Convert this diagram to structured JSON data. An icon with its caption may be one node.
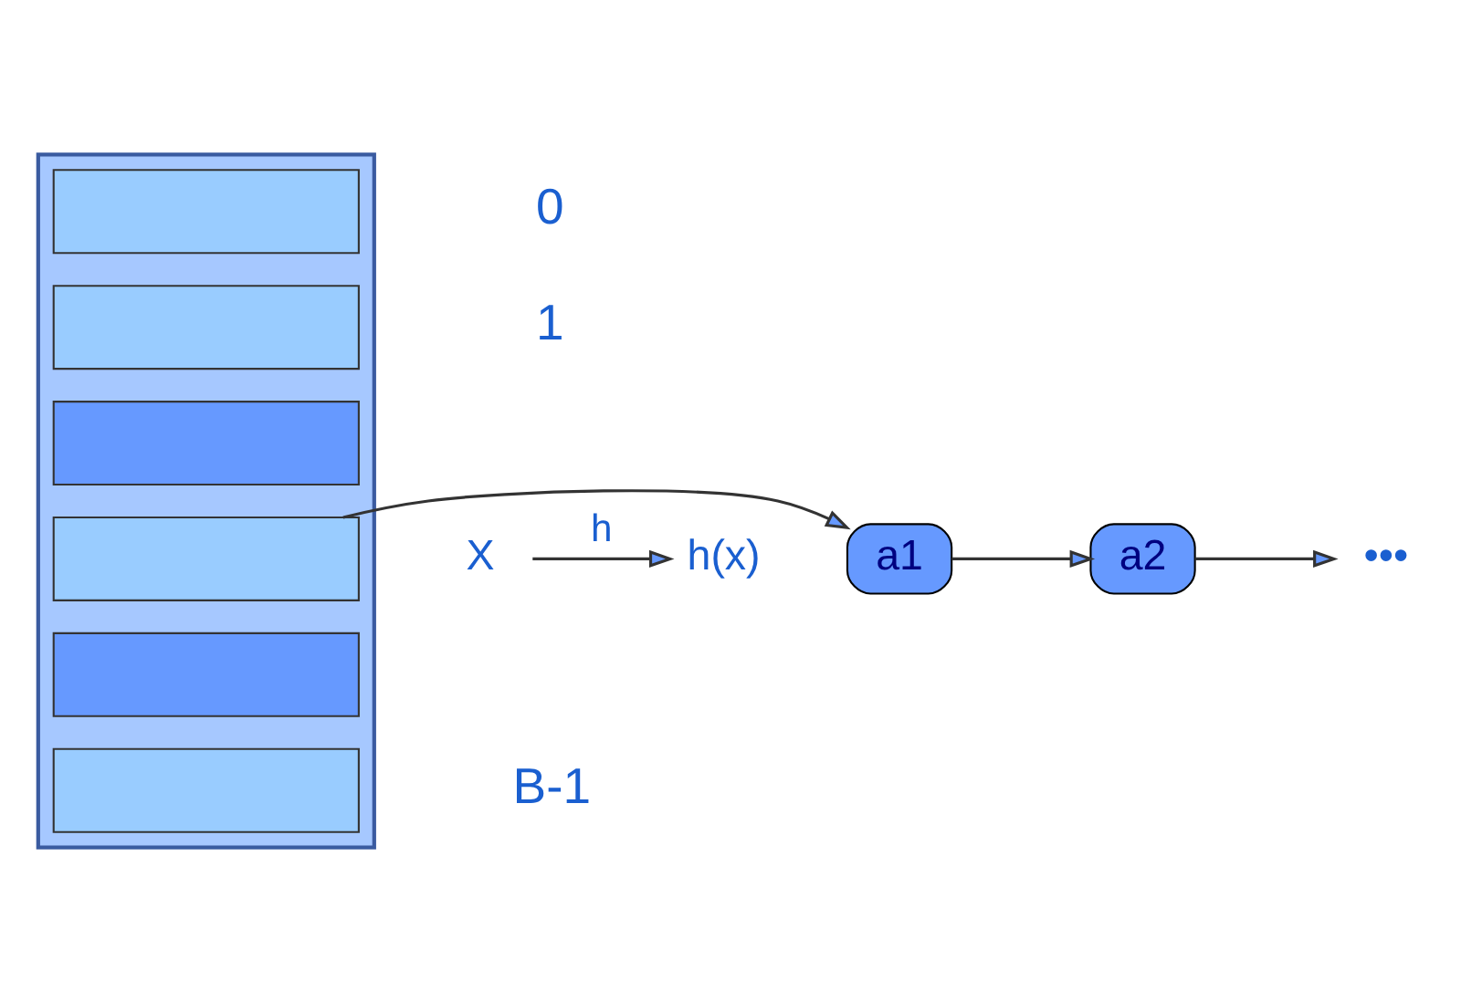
{
  "diagram": {
    "nodes": [
      {
        "text": [],
        "shape": "box"
      },
      {
        "text": [],
        "shape": "box",
        "in": 0,
        "beside": [
          "0"
        ]
      },
      {
        "text": [],
        "shape": "box",
        "in": 0,
        "beside": [
          "1"
        ]
      },
      {
        "text": [],
        "shape": "box",
        "in": 0
      },
      {
        "text": [],
        "shape": "box",
        "in": 0
      },
      {
        "text": [],
        "shape": "box",
        "in": 0
      },
      {
        "text": [],
        "shape": "box",
        "in": 0,
        "beside": [
          "B-1"
        ]
      },
      {
        "text": [
          "X"
        ]
      },
      {
        "text": [
          "h(x)"
        ]
      },
      {
        "text": [
          "a1"
        ]
      },
      {
        "text": [
          "a2"
        ]
      },
      {
        "text": [
          "•••"
        ]
      }
    ],
    "edges": [
      {
        "from": 7,
        "to": 8,
        "arrow": "to",
        "label": "h"
      },
      {
        "from": 4,
        "to": 9,
        "arrow": "to"
      },
      {
        "from": 9,
        "to": 10,
        "arrow": "to"
      },
      {
        "from": 10,
        "to": 11,
        "arrow": "to"
      }
    ]
  }
}
